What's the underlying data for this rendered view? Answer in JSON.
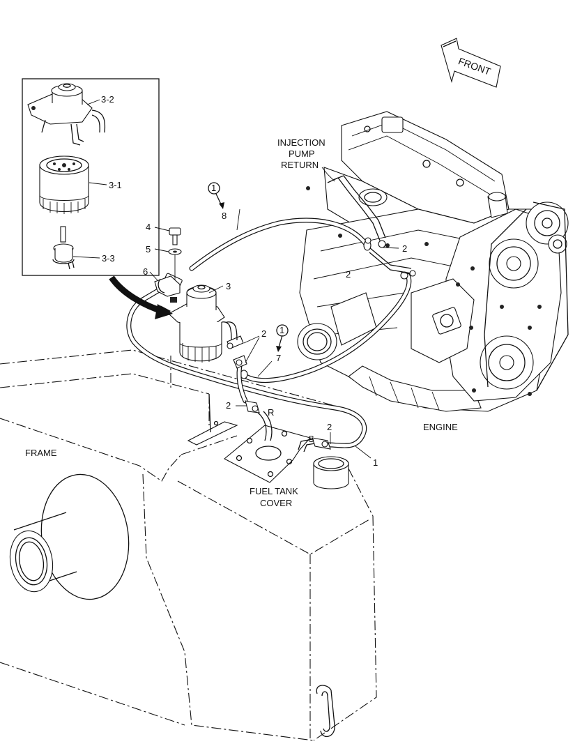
{
  "labels": {
    "front": "FRONT",
    "injection_pump_return_line1": "INJECTION",
    "injection_pump_return_line2": "PUMP",
    "injection_pump_return_line3": "RETURN",
    "engine": "ENGINE",
    "frame": "FRAME",
    "fuel_tank_cover_line1": "FUEL TANK",
    "fuel_tank_cover_line2": "COVER",
    "port_r": "R",
    "port_s": "S"
  },
  "callouts": {
    "p3_2": "3-2",
    "p3_1": "3-1",
    "p3_3": "3-3",
    "p4": "4",
    "p5": "5",
    "p6": "6",
    "p3": "3",
    "p8": "8",
    "p7": "7",
    "p1": "1",
    "p2_engine_a": "2",
    "p2_engine_b": "2",
    "p2_filter": "2",
    "p2_lower": "2",
    "p2_tank": "2",
    "circle_a": "1",
    "circle_b": "1"
  },
  "colors": {
    "line": "#111111",
    "shade": "#e3e3e3",
    "background": "#ffffff"
  }
}
